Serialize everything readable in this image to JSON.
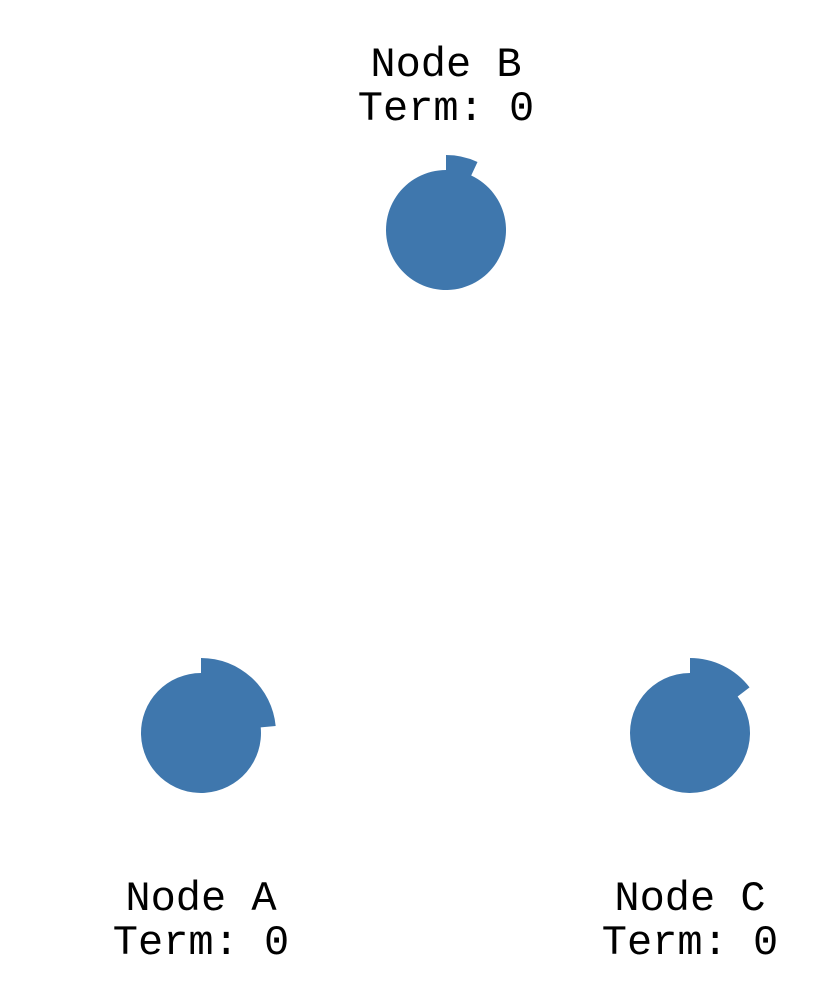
{
  "colors": {
    "node_fill": "#3f77ad",
    "background": "#ffffff"
  },
  "nodes": [
    {
      "name": "Node B",
      "term_text": "Term: 0",
      "term": 0,
      "timer_elapsed_fraction": 0.069
    },
    {
      "name": "Node A",
      "term_text": "Term: 0",
      "term": 0,
      "timer_elapsed_fraction": 0.235
    },
    {
      "name": "Node C",
      "term_text": "Term: 0",
      "term": 0,
      "timer_elapsed_fraction": 0.146
    }
  ]
}
